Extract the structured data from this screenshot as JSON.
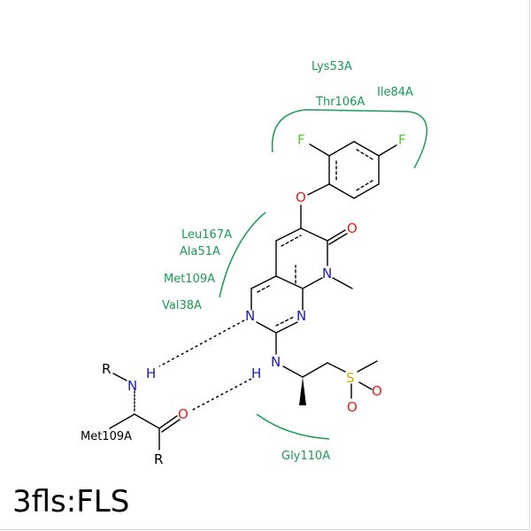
{
  "caption": "3fls:FLS",
  "colors": {
    "residue": "#1a9a55",
    "carbon": "#000000",
    "nitrogen": "#1c1caa",
    "oxygen": "#e02020",
    "fluorine": "#55cc33",
    "sulfur": "#ccaa00"
  },
  "residues": {
    "lys53": "Lys53A",
    "ile84": "Ile84A",
    "thr106": "Thr106A",
    "leu167": "Leu167A",
    "ala51": "Ala51A",
    "met109_pocket": "Met109A",
    "val38": "Val38A",
    "gly110": "Gly110A",
    "met109_backbone": "Met109A"
  },
  "atoms": {
    "f1": "F",
    "f2": "F",
    "o_ether": "O",
    "o_carbonyl": "O",
    "n_methyl": "N",
    "n_ring_right": "N",
    "n_ring_left": "N",
    "nh_amine": "N",
    "h_amine": "H",
    "sulfur": "S",
    "o_sulfone": "O",
    "r_top": "R",
    "n_backbone": "N",
    "h_backbone": "H",
    "o_backbone": "O",
    "r_bottom": "R"
  }
}
